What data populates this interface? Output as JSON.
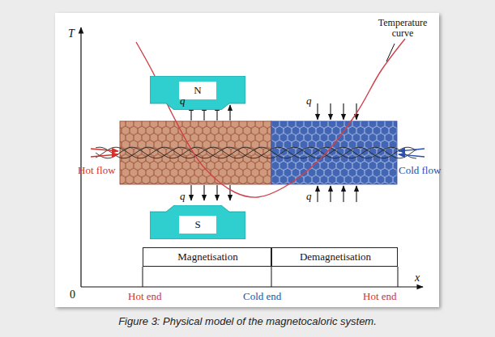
{
  "diagram": {
    "caption": "Figure 3: Physical model of the magnetocaloric system.",
    "nodes": [
      {
        "text": [
          "N"
        ]
      },
      {
        "text": [
          "S"
        ]
      },
      {
        "text": [
          "Magnetisation"
        ]
      },
      {
        "text": [
          "Demagnetisation"
        ]
      }
    ],
    "labels": [
      "T",
      "0",
      "x",
      "Temperature curve",
      "q",
      "q",
      "q",
      "q",
      "Hot flow",
      "Cold flow",
      "Hot end",
      "Cold end",
      "Hot end"
    ]
  }
}
